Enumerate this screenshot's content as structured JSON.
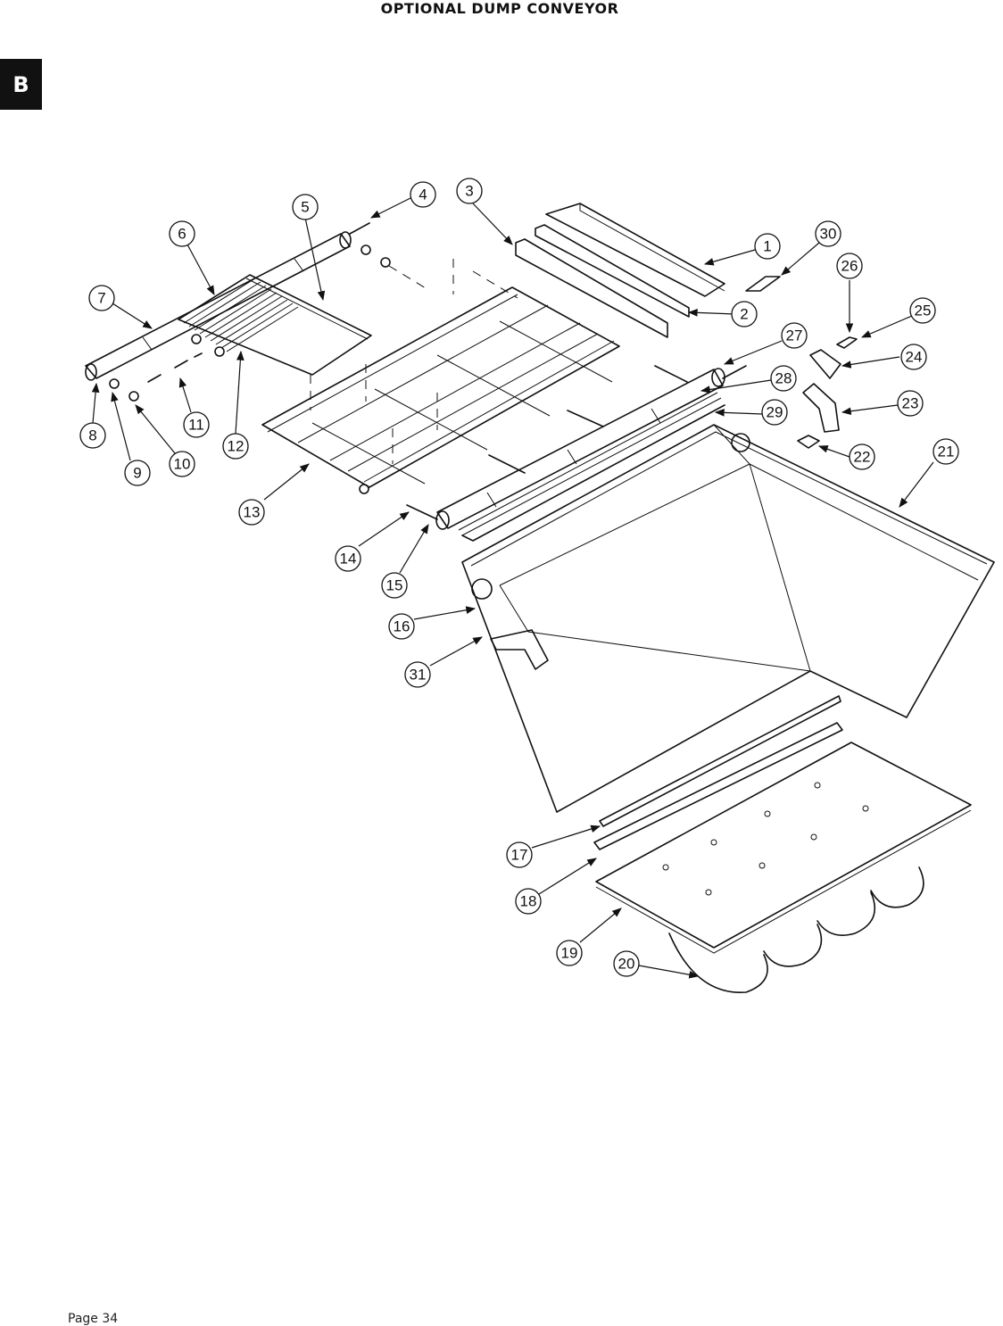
{
  "page": {
    "title": "OPTIONAL DUMP CONVEYOR",
    "section_tab": "B",
    "footer": "Page 34"
  },
  "callouts": [
    {
      "label": "1"
    },
    {
      "label": "2"
    },
    {
      "label": "3"
    },
    {
      "label": "4"
    },
    {
      "label": "5"
    },
    {
      "label": "6"
    },
    {
      "label": "7"
    },
    {
      "label": "8"
    },
    {
      "label": "9"
    },
    {
      "label": "10"
    },
    {
      "label": "11"
    },
    {
      "label": "12"
    },
    {
      "label": "13"
    },
    {
      "label": "14"
    },
    {
      "label": "15"
    },
    {
      "label": "16"
    },
    {
      "label": "17"
    },
    {
      "label": "18"
    },
    {
      "label": "19"
    },
    {
      "label": "20"
    },
    {
      "label": "21"
    },
    {
      "label": "22"
    },
    {
      "label": "23"
    },
    {
      "label": "24"
    },
    {
      "label": "25"
    },
    {
      "label": "26"
    },
    {
      "label": "27"
    },
    {
      "label": "28"
    },
    {
      "label": "29"
    },
    {
      "label": "30"
    },
    {
      "label": "31"
    }
  ]
}
